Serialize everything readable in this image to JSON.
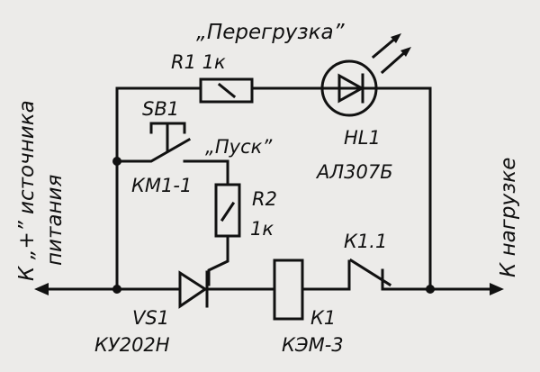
{
  "title_led_state": "„Перегрузка”",
  "r1": {
    "ref": "R1",
    "value": "1к"
  },
  "sb1": {
    "ref": "SB1",
    "caption": "„Пуск”"
  },
  "hl1": {
    "ref": "HL1",
    "type": "АЛ307Б"
  },
  "km": {
    "ref": "КМ1-1"
  },
  "r2": {
    "ref": "R2",
    "value": "1к"
  },
  "k11": {
    "ref": "К1.1"
  },
  "vs1": {
    "ref": "VS1",
    "type": "КУ202Н"
  },
  "k1": {
    "ref": "К1",
    "type": "КЭМ-3"
  },
  "left_terminal": {
    "line1": "К „+” источника",
    "line2": "питания"
  },
  "right_terminal": {
    "label": "К нагрузке"
  }
}
